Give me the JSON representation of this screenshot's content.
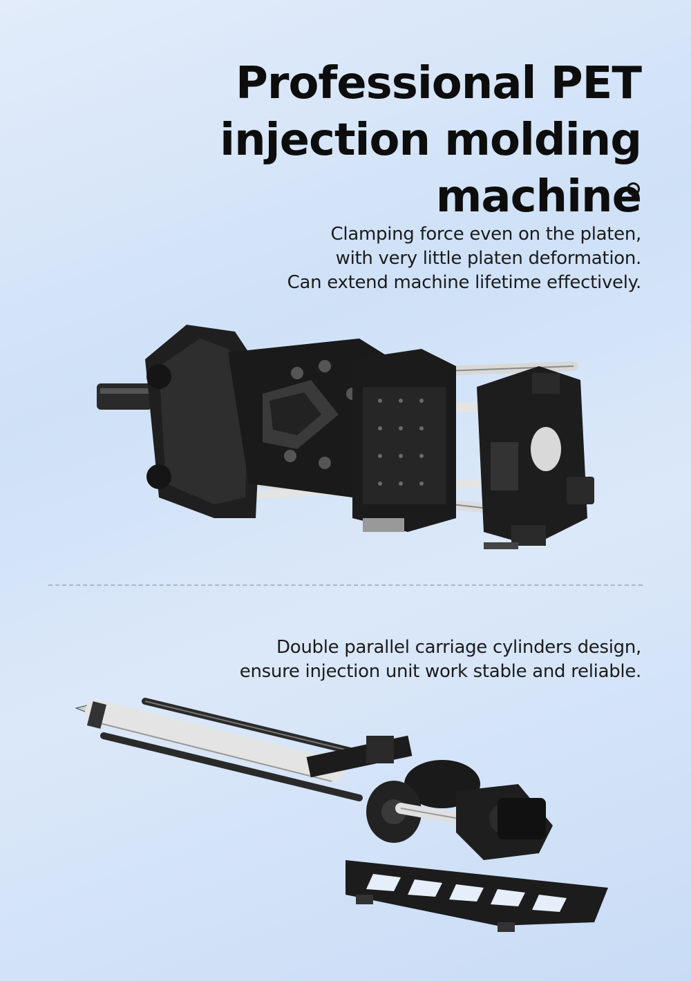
{
  "title": {
    "line1": "Professional PET",
    "line2": "injection molding machine"
  },
  "section1": {
    "lines": [
      "Clamping force even on the platen,",
      "with very little platen deformation.",
      "Can extend machine lifetime effectively."
    ]
  },
  "section2": {
    "lines": [
      "Double parallel carriage cylinders design,",
      "ensure injection unit work stable and reliable."
    ]
  },
  "icons": {
    "title_marker": "circle-icon",
    "section1_image": "clamping-unit-illustration",
    "section2_image": "injection-unit-illustration"
  },
  "colors": {
    "text": "#111111",
    "background_top": "#e2ecfa",
    "background_bottom": "#c9dcf6",
    "divider": "#a9b6c8",
    "machine_dark": "#1e1e1e",
    "machine_light": "#e8e8e8"
  }
}
